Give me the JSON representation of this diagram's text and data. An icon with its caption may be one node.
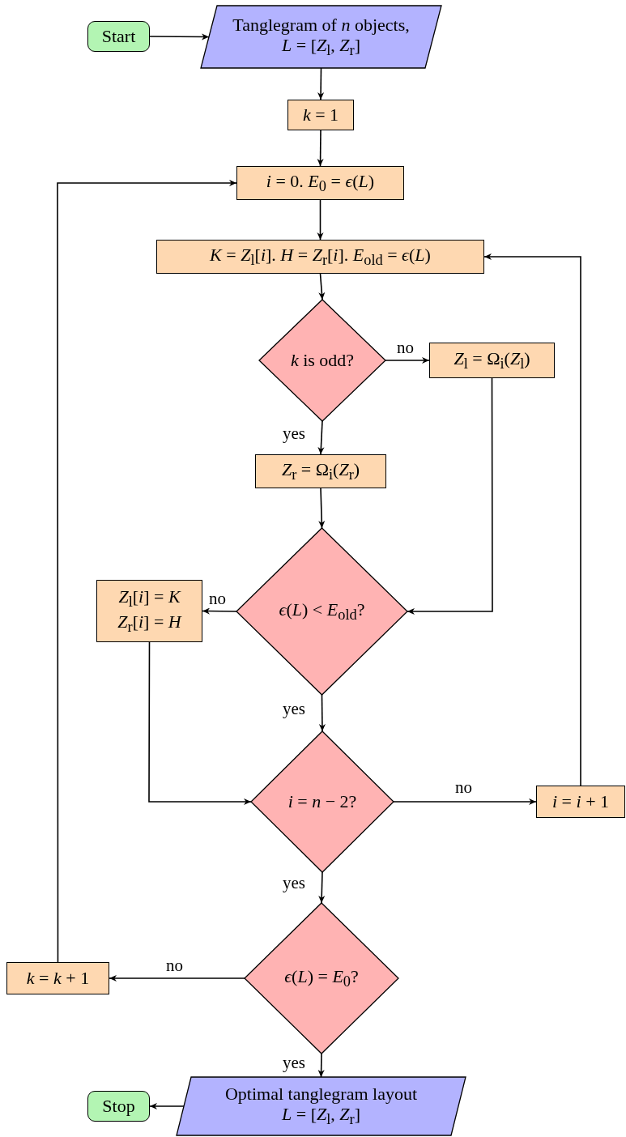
{
  "diagram": {
    "nodes": [
      {
        "text": [
          "Start"
        ]
      },
      {
        "text": [
          "Tanglegram of *n* objects, *L* = [*Z*$_{l}$, *Z*$_{r}$]"
        ]
      },
      {
        "text": [
          "*k* = 1"
        ]
      },
      {
        "text": [
          "*i* = 0. *E*$_{0}$ = *ϵ*(*L*)"
        ]
      },
      {
        "text": [
          "*K* = *Z*$_{l}$[*i*]. *H* = *Z*$_{r}$[*i*]. *E*$_{old}$ = *ϵ*(*L*)"
        ]
      },
      {
        "text": [
          "*k* is odd?"
        ]
      },
      {
        "text": [
          "*Z*$_{l}$ = Ω$_{i}$(*Z*$_{l}$)"
        ]
      },
      {
        "text": [
          "*Z*$_{r}$ = Ω$_{i}$(*Z*$_{r}$)"
        ]
      },
      {
        "text": [
          "*ϵ*(*L*) < *E*$_{old}$?"
        ]
      },
      {
        "text": [
          "*Z*$_{l}$[*i*] = *K*",
          "*Z*$_{r}$[*i*] = *H*"
        ]
      },
      {
        "text": [
          "*i* = *n* − 2?"
        ]
      },
      {
        "text": [
          "*i* = *i* + 1"
        ]
      },
      {
        "text": [
          "*ϵ*(*L*) = *E*$_{0}$?"
        ]
      },
      {
        "text": [
          "*k* = *k* + 1"
        ]
      },
      {
        "text": [
          "Optimal tanglegram layout",
          "*L* = [*Z*$_{l}$, *Z*$_{r}$]"
        ]
      },
      {
        "text": [
          "Stop"
        ]
      }
    ],
    "edges": [
      {
        "from": 0,
        "to": 1,
        "arrow": "to"
      },
      {
        "from": 1,
        "to": 2,
        "arrow": "to"
      },
      {
        "from": 2,
        "to": 3,
        "arrow": "to"
      },
      {
        "from": 3,
        "to": 4,
        "arrow": "to"
      },
      {
        "from": 4,
        "to": 5,
        "arrow": "to"
      },
      {
        "from": 5,
        "to": 6,
        "arrow": "to",
        "label": "no"
      },
      {
        "from": 5,
        "to": 7,
        "arrow": "to",
        "label": "yes"
      },
      {
        "from": 6,
        "to": 8,
        "arrow": "to"
      },
      {
        "from": 7,
        "to": 8,
        "arrow": "to"
      },
      {
        "from": 8,
        "to": 9,
        "arrow": "to",
        "label": "no"
      },
      {
        "from": 8,
        "to": 10,
        "arrow": "to",
        "label": "yes"
      },
      {
        "from": 9,
        "to": 10,
        "arrow": "to"
      },
      {
        "from": 10,
        "to": 11,
        "arrow": "to",
        "label": "no"
      },
      {
        "from": 11,
        "to": 4,
        "arrow": "to"
      },
      {
        "from": 10,
        "to": 12,
        "arrow": "to",
        "label": "yes"
      },
      {
        "from": 12,
        "to": 13,
        "arrow": "to",
        "label": "no"
      },
      {
        "from": 13,
        "to": 3,
        "arrow": "to"
      },
      {
        "from": 12,
        "to": 14,
        "arrow": "to",
        "label": "yes"
      },
      {
        "from": 14,
        "to": 15,
        "arrow": "to"
      }
    ]
  }
}
